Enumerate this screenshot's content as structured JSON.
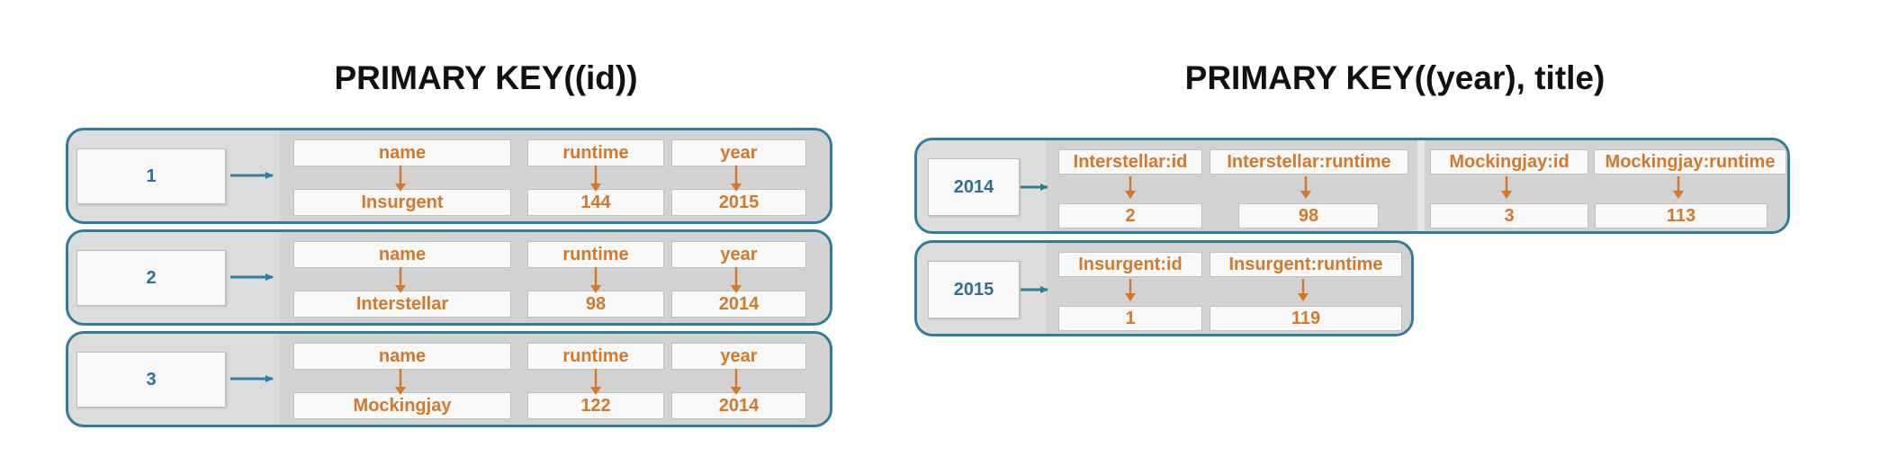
{
  "left_title": "PRIMARY KEY((id))",
  "right_title": "PRIMARY KEY((year), title)",
  "left_rows": [
    {
      "key": "1",
      "cols": [
        {
          "name": "name",
          "value": "Insurgent"
        },
        {
          "name": "runtime",
          "value": "144"
        },
        {
          "name": "year",
          "value": "2015"
        }
      ]
    },
    {
      "key": "2",
      "cols": [
        {
          "name": "name",
          "value": "Interstellar"
        },
        {
          "name": "runtime",
          "value": "98"
        },
        {
          "name": "year",
          "value": "2014"
        }
      ]
    },
    {
      "key": "3",
      "cols": [
        {
          "name": "name",
          "value": "Mockingjay"
        },
        {
          "name": "runtime",
          "value": "122"
        },
        {
          "name": "year",
          "value": "2014"
        }
      ]
    }
  ],
  "right_rows": [
    {
      "key": "2014",
      "cols": [
        {
          "name": "Interstellar:id",
          "value": "2"
        },
        {
          "name": "Interstellar:runtime",
          "value": "98"
        },
        {
          "name": "Mockingjay:id",
          "value": "3"
        },
        {
          "name": "Mockingjay:runtime",
          "value": "113"
        }
      ]
    },
    {
      "key": "2015",
      "cols": [
        {
          "name": "Insurgent:id",
          "value": "1"
        },
        {
          "name": "Insurgent:runtime",
          "value": "119"
        }
      ]
    }
  ],
  "colors": {
    "border": "#2f7d9c",
    "key_text": "#2f6f96",
    "value_text": "#d4782a",
    "arrow_key": "#2f7d9c",
    "arrow_cell": "#d4782a"
  }
}
